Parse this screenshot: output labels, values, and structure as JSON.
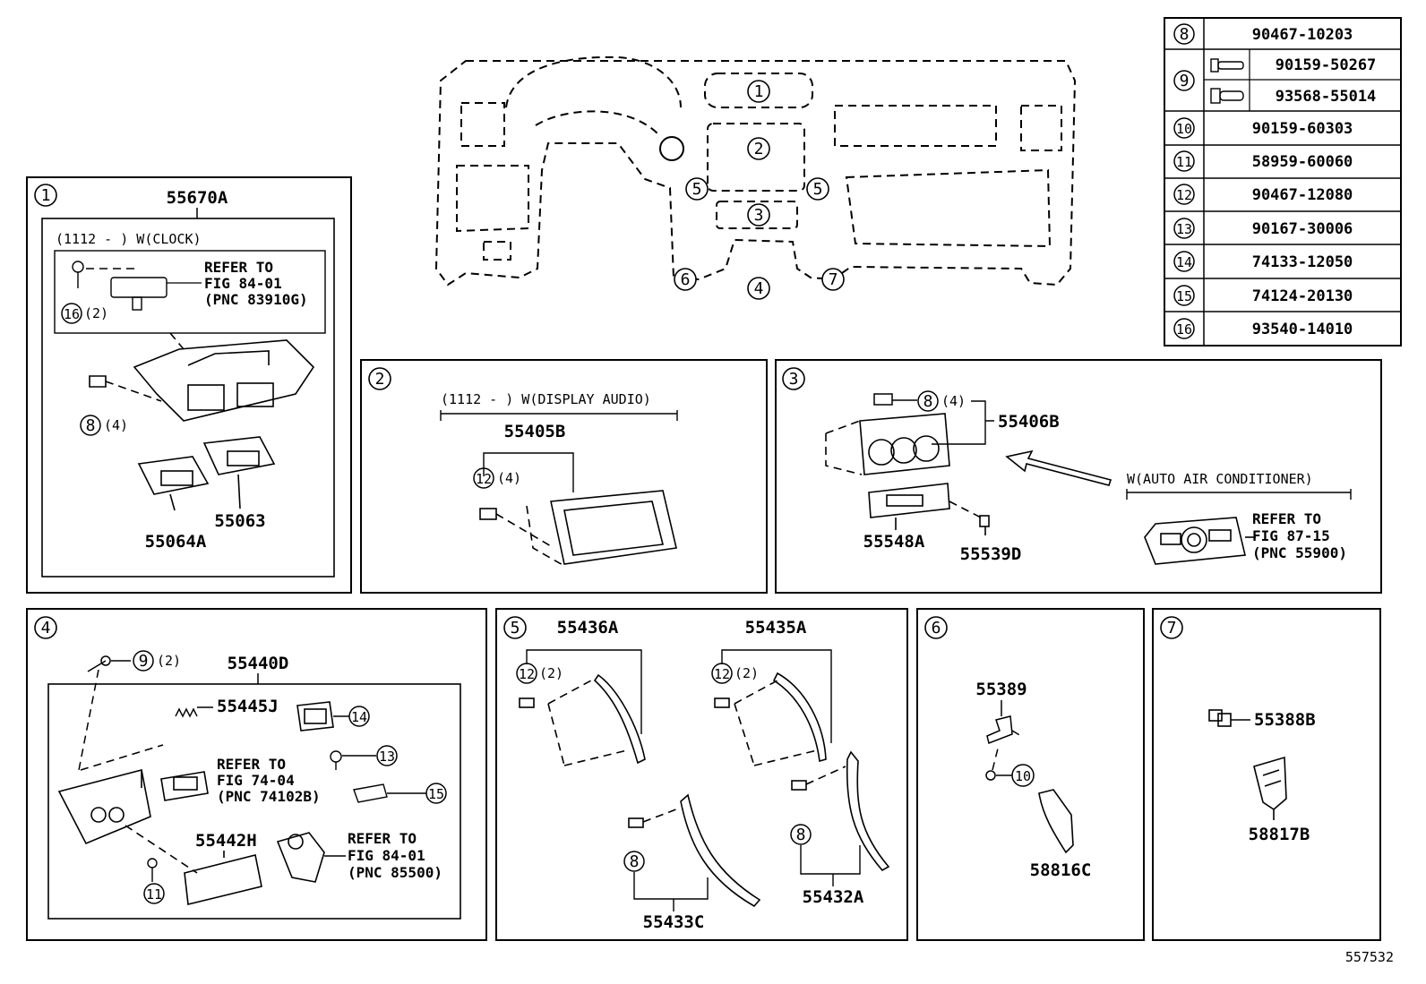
{
  "diagram_id": "557532",
  "part_table": [
    {
      "ref": "8",
      "parts": [
        "90467-10203"
      ]
    },
    {
      "ref": "9",
      "parts": [
        "90159-50267",
        "93568-55014"
      ]
    },
    {
      "ref": "10",
      "parts": [
        "90159-60303"
      ]
    },
    {
      "ref": "11",
      "parts": [
        "58959-60060"
      ]
    },
    {
      "ref": "12",
      "parts": [
        "90467-12080"
      ]
    },
    {
      "ref": "13",
      "parts": [
        "90167-30006"
      ]
    },
    {
      "ref": "14",
      "parts": [
        "74133-12050"
      ]
    },
    {
      "ref": "15",
      "parts": [
        "74124-20130"
      ]
    },
    {
      "ref": "16",
      "parts": [
        "93540-14010"
      ]
    }
  ],
  "overview": {
    "callouts": [
      "1",
      "2",
      "3",
      "4",
      "5",
      "5",
      "6",
      "7"
    ]
  },
  "panels": {
    "p1": {
      "number": "1",
      "main_part": "55670A",
      "condition": "(1112 -      ) W(CLOCK)",
      "refer": [
        "REFER TO",
        "FIG 84-01",
        "(PNC 83910G)"
      ],
      "ref16": "16",
      "qty16": "(2)",
      "ref8": "8",
      "qty8": "(4)",
      "part_a": "55064A",
      "part_b": "55063"
    },
    "p2": {
      "number": "2",
      "condition": "(1112 -      ) W(DISPLAY AUDIO)",
      "main_part": "55405B",
      "ref12": "12",
      "qty12": "(4)"
    },
    "p3": {
      "number": "3",
      "ref8": "8",
      "qty8": "(4)",
      "main_part": "55406B",
      "part_a": "55548A",
      "part_b": "55539D",
      "condition": "W(AUTO AIR CONDITIONER)",
      "refer": [
        "REFER TO",
        "FIG 87-15",
        "(PNC 55900)"
      ]
    },
    "p4": {
      "number": "4",
      "ref9": "9",
      "qty9": "(2)",
      "main_part": "55440D",
      "part_spring": "55445J",
      "ref14": "14",
      "ref13": "13",
      "ref15": "15",
      "ref11": "11",
      "refer_a": [
        "REFER TO",
        "FIG 74-04",
        "(PNC 74102B)"
      ],
      "part_lid": "55442H",
      "refer_b": [
        "REFER TO",
        "FIG 84-01",
        "(PNC 85500)"
      ]
    },
    "p5": {
      "number": "5",
      "part_a": "55436A",
      "part_b": "55435A",
      "ref12": "12",
      "qty12": "(2)",
      "ref8": "8",
      "part_c": "55433C",
      "part_d": "55432A"
    },
    "p6": {
      "number": "6",
      "part_a": "55389",
      "ref10": "10",
      "part_b": "58816C"
    },
    "p7": {
      "number": "7",
      "part_a": "55388B",
      "part_b": "58817B"
    }
  }
}
